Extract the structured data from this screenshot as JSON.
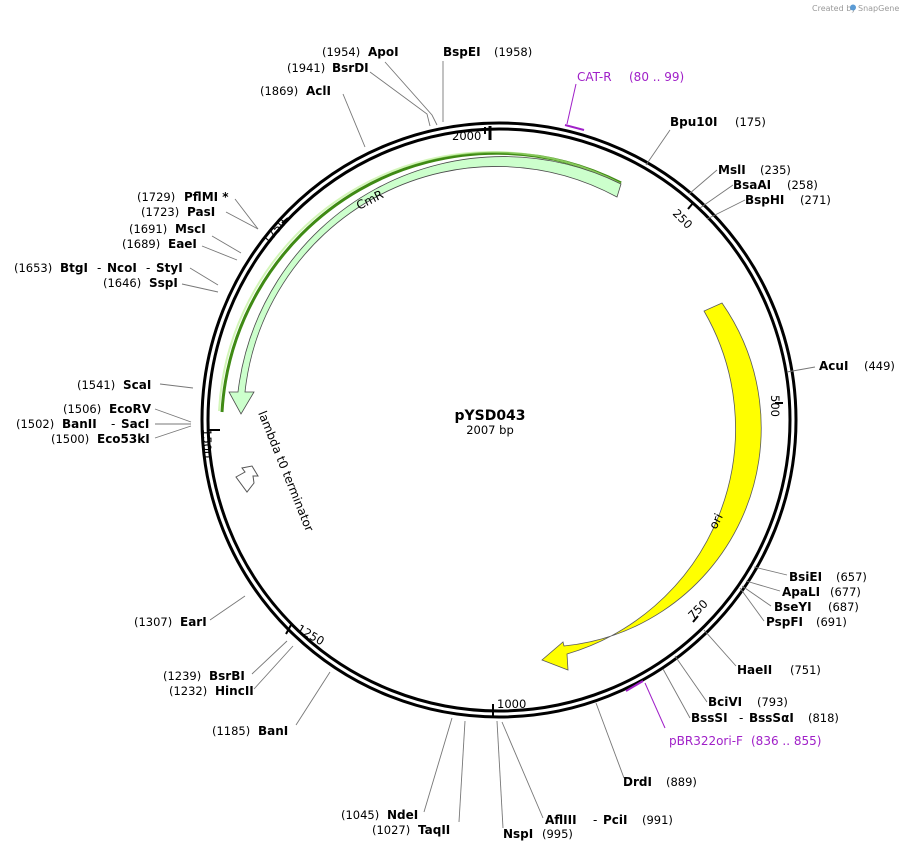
{
  "credit": {
    "created_by": "Created by",
    "brand": "SnapGene"
  },
  "plasmid": {
    "name": "pYSD043",
    "length_label": "2007 bp"
  },
  "ticks": [
    "2000",
    "250",
    "500",
    "750",
    "1000",
    "1250",
    "1500",
    "1750"
  ],
  "features": {
    "cmr": "CmR",
    "ori": "ori",
    "terminator": "lambda t0 terminator"
  },
  "primers": [
    {
      "name": "CAT-R",
      "range": "(80 .. 99)"
    },
    {
      "name": "pBR322ori-F",
      "range": "(836 .. 855)"
    }
  ],
  "sites": [
    {
      "name": "ApoI",
      "pos": "(1954)"
    },
    {
      "name": "BspEI",
      "pos": "(1958)"
    },
    {
      "name": "BsrDI",
      "pos": "(1941)"
    },
    {
      "name": "AclI",
      "pos": "(1869)"
    },
    {
      "name": "Bpu10I",
      "pos": "(175)"
    },
    {
      "name": "MslI",
      "pos": "(235)"
    },
    {
      "name": "BsaAI",
      "pos": "(258)"
    },
    {
      "name": "BspHI",
      "pos": "(271)"
    },
    {
      "name": "PflMI *",
      "pos": "(1729)"
    },
    {
      "name": "PasI",
      "pos": "(1723)"
    },
    {
      "name": "MscI",
      "pos": "(1691)"
    },
    {
      "name": "EaeI",
      "pos": "(1689)"
    },
    {
      "name": "BtgI",
      "pos": "(1653)"
    },
    {
      "name": "NcoI",
      "pos": ""
    },
    {
      "name": "StyI",
      "pos": ""
    },
    {
      "name": "SspI",
      "pos": "(1646)"
    },
    {
      "name": "AcuI",
      "pos": "(449)"
    },
    {
      "name": "ScaI",
      "pos": "(1541)"
    },
    {
      "name": "EcoRV",
      "pos": "(1506)"
    },
    {
      "name": "BanII",
      "pos": "(1502)"
    },
    {
      "name": "SacI",
      "pos": ""
    },
    {
      "name": "Eco53kI",
      "pos": "(1500)"
    },
    {
      "name": "BsiEI",
      "pos": "(657)"
    },
    {
      "name": "ApaLI",
      "pos": "(677)"
    },
    {
      "name": "BseYI",
      "pos": "(687)"
    },
    {
      "name": "PspFI",
      "pos": "(691)"
    },
    {
      "name": "HaeII",
      "pos": "(751)"
    },
    {
      "name": "EarI",
      "pos": "(1307)"
    },
    {
      "name": "BciVI",
      "pos": "(793)"
    },
    {
      "name": "BssSI",
      "pos": "(818)"
    },
    {
      "name": "BssSαI",
      "pos": ""
    },
    {
      "name": "BsrBI",
      "pos": "(1239)"
    },
    {
      "name": "HincII",
      "pos": "(1232)"
    },
    {
      "name": "BanI",
      "pos": "(1185)"
    },
    {
      "name": "DrdI",
      "pos": "(889)"
    },
    {
      "name": "NdeI",
      "pos": "(1045)"
    },
    {
      "name": "TaqII",
      "pos": "(1027)"
    },
    {
      "name": "NspI",
      "pos": "(995)"
    },
    {
      "name": "AflIII",
      "pos": "(991)"
    },
    {
      "name": "PciI",
      "pos": ""
    }
  ],
  "colors": {
    "cmr_fill": "#ccffcc",
    "cmr_selected": "#4a9a1a",
    "ori_fill": "#ffff00",
    "primer": "#a020c8",
    "backbone": "#000000"
  }
}
